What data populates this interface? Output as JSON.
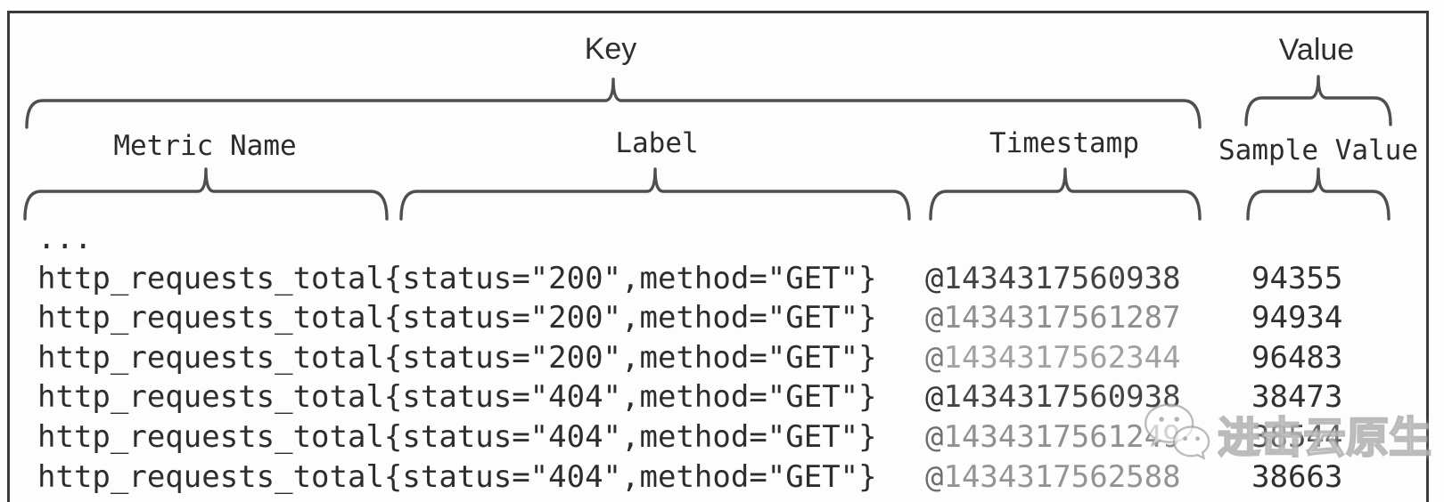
{
  "diagram": {
    "key_label": "Key",
    "value_label": "Value",
    "field_labels": {
      "metric_name": "Metric Name",
      "label": "Label",
      "timestamp": "Timestamp",
      "sample_value": "Sample Value"
    },
    "ellipsis": "...",
    "rows": [
      {
        "key": "http_requests_total{status=\"200\",method=\"GET\"}",
        "at": "@",
        "timestamp": "1434317560938",
        "value": "94355",
        "at_color": "#383838",
        "ts_color": "#424242"
      },
      {
        "key": "http_requests_total{status=\"200\",method=\"GET\"}",
        "at": "@",
        "timestamp": "1434317561287",
        "value": "94934",
        "at_color": "#6e6e6e",
        "ts_color": "#8e8e8e"
      },
      {
        "key": "http_requests_total{status=\"200\",method=\"GET\"}",
        "at": "@",
        "timestamp": "1434317562344",
        "value": "96483",
        "at_color": "#7a7a7a",
        "ts_color": "#a2a2a2"
      },
      {
        "key": "http_requests_total{status=\"404\",method=\"GET\"}",
        "at": "@",
        "timestamp": "1434317560938",
        "value": "38473",
        "at_color": "#383838",
        "ts_color": "#454545"
      },
      {
        "key": "http_requests_total{status=\"404\",method=\"GET\"}",
        "at": "@",
        "timestamp": "1434317561249",
        "value": "38544",
        "at_color": "#6e6e6e",
        "ts_color": "#909090"
      },
      {
        "key": "http_requests_total{status=\"404\",method=\"GET\"}",
        "at": "@",
        "timestamp": "1434317562588",
        "value": "38663",
        "at_color": "#6e6e6e",
        "ts_color": "#949494"
      }
    ],
    "colors": {
      "ink": "#2d2d2d",
      "brace_stroke": "#4f4f4f",
      "border": "#3a3a3a",
      "watermark_gray": "#969696"
    },
    "watermark": {
      "text": "进击云原生",
      "icon": "wechat-logo"
    }
  }
}
